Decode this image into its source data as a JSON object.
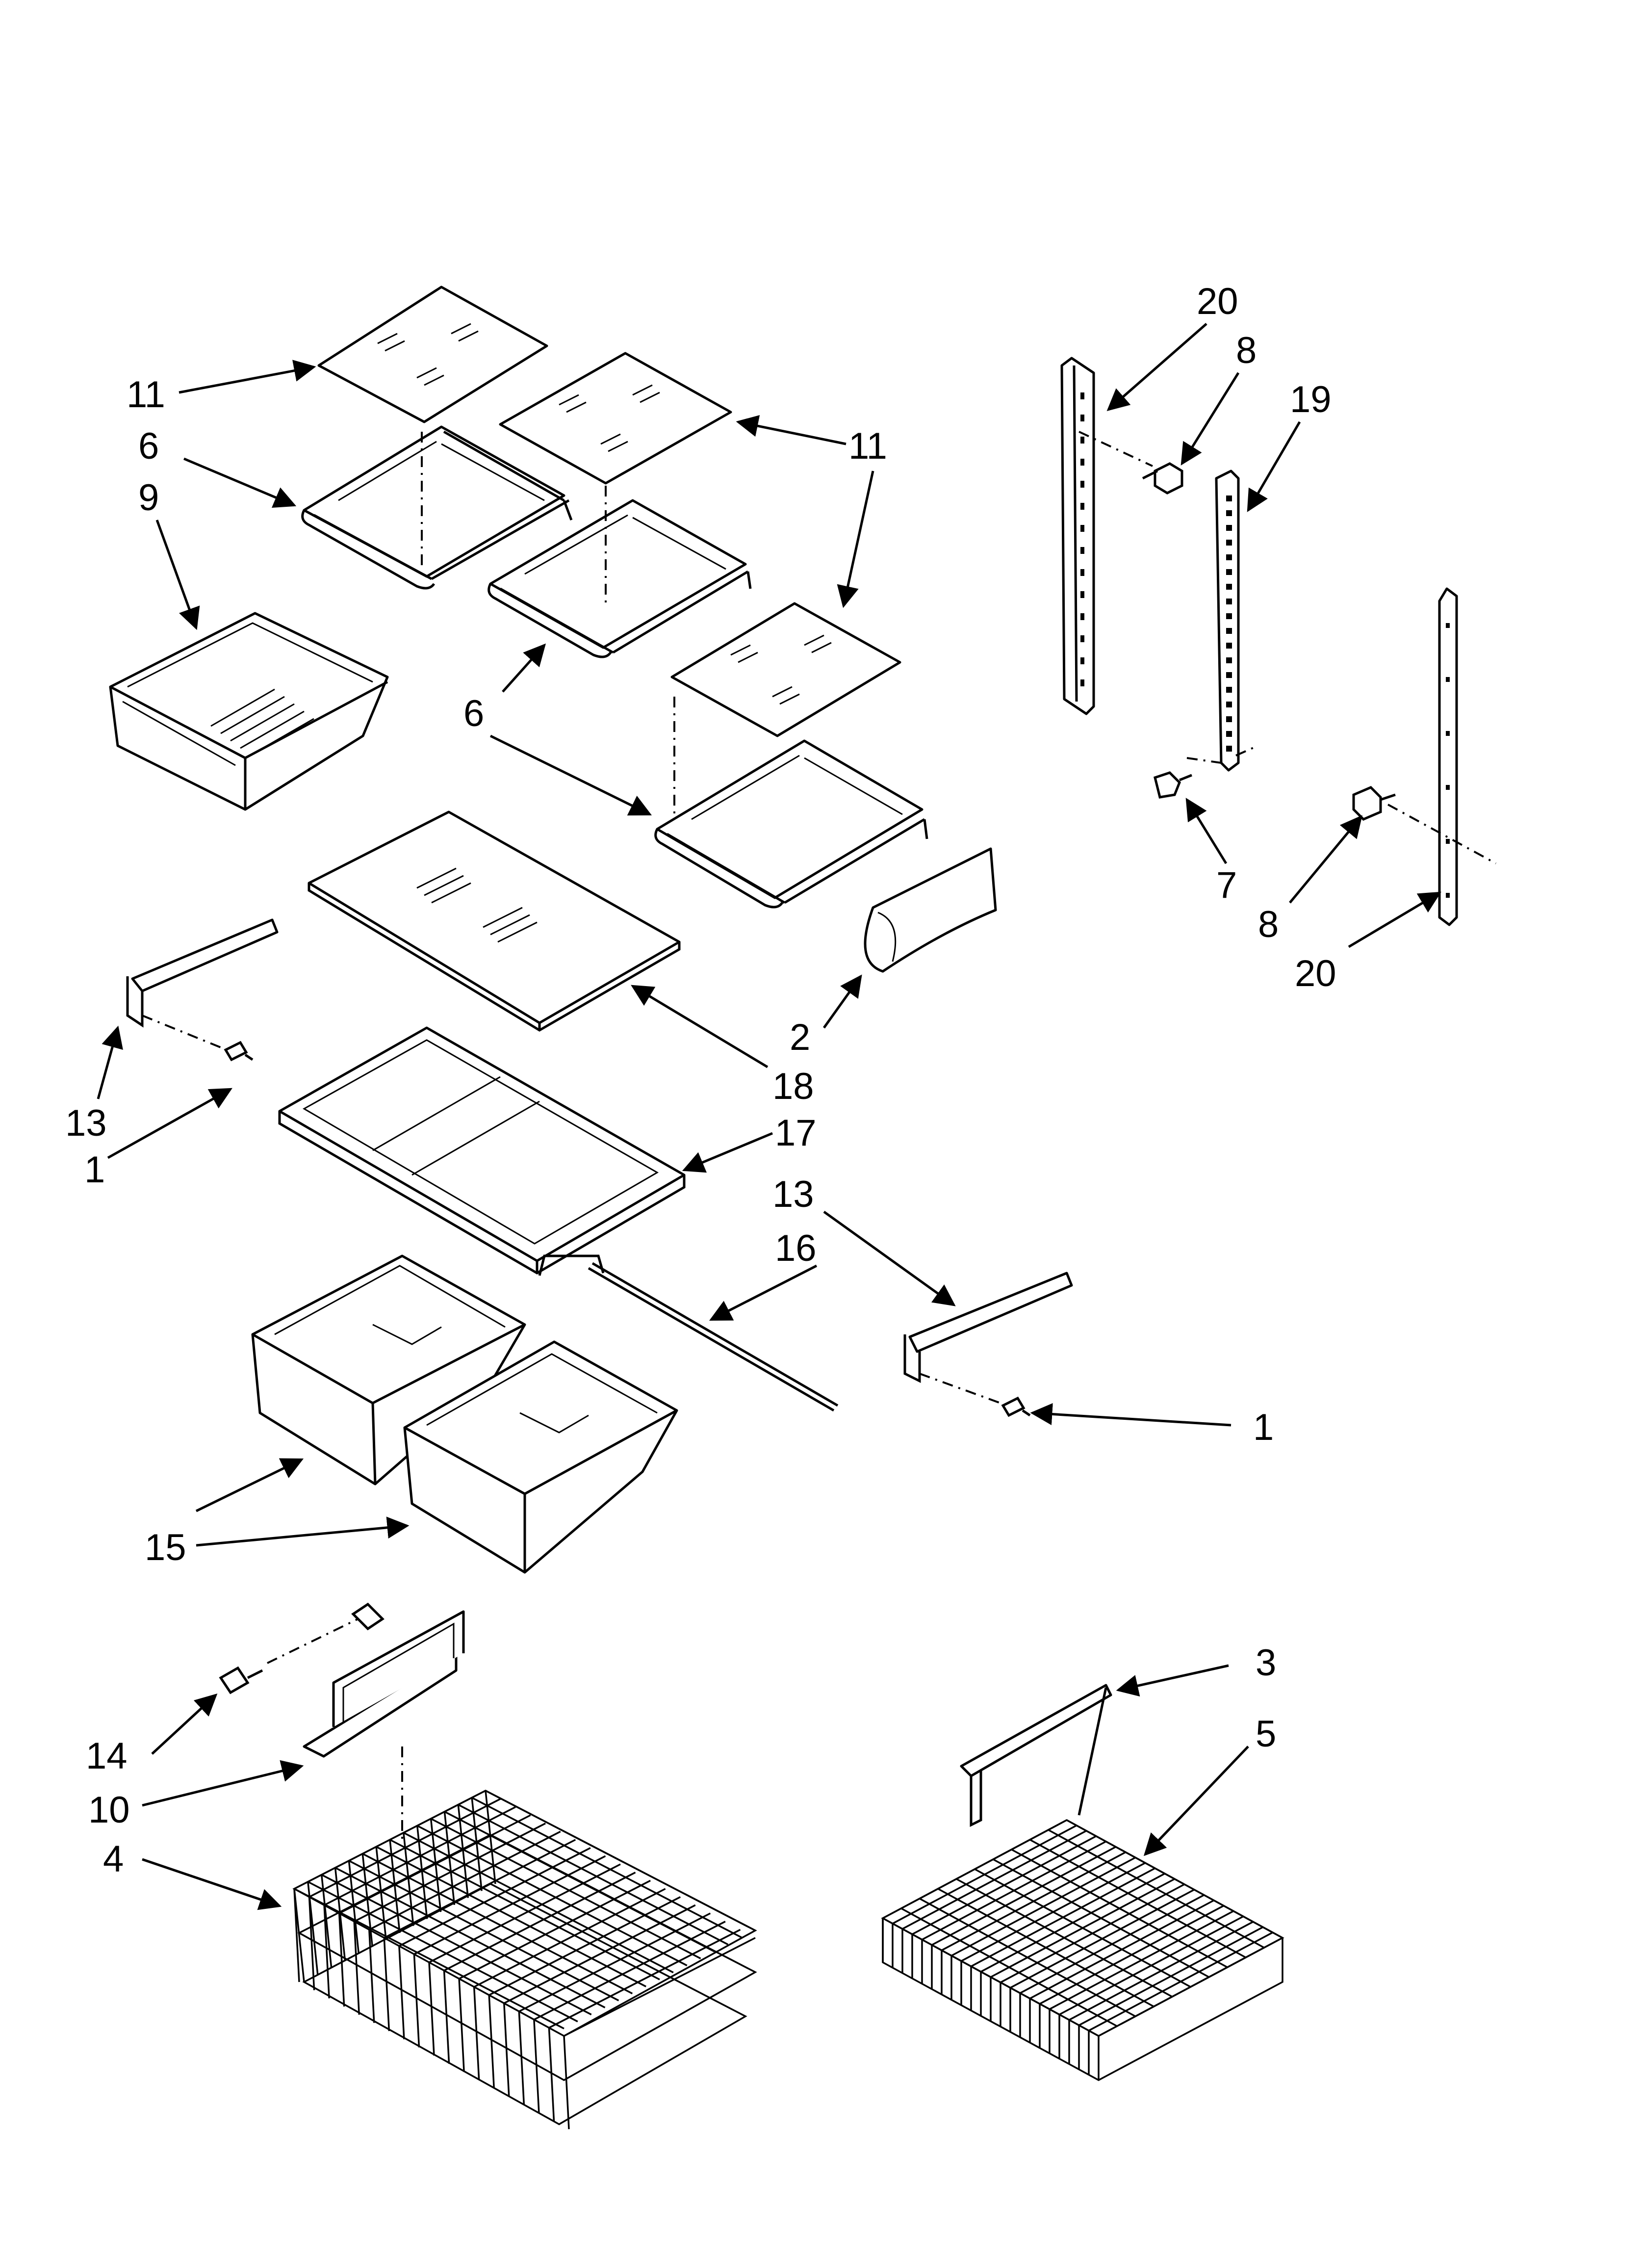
{
  "diagram": {
    "callouts": [
      {
        "id": "c11a",
        "text": "11"
      },
      {
        "id": "c6a",
        "text": "6"
      },
      {
        "id": "c9",
        "text": "9"
      },
      {
        "id": "c11b",
        "text": "11"
      },
      {
        "id": "c6b",
        "text": "6"
      },
      {
        "id": "c13a",
        "text": "13"
      },
      {
        "id": "c1a",
        "text": "1"
      },
      {
        "id": "c2",
        "text": "2"
      },
      {
        "id": "c18",
        "text": "18"
      },
      {
        "id": "c17",
        "text": "17"
      },
      {
        "id": "c13b",
        "text": "13"
      },
      {
        "id": "c16",
        "text": "16"
      },
      {
        "id": "c1b",
        "text": "1"
      },
      {
        "id": "c15",
        "text": "15"
      },
      {
        "id": "c14",
        "text": "14"
      },
      {
        "id": "c10",
        "text": "10"
      },
      {
        "id": "c4",
        "text": "4"
      },
      {
        "id": "c3",
        "text": "3"
      },
      {
        "id": "c5",
        "text": "5"
      },
      {
        "id": "c20a",
        "text": "20"
      },
      {
        "id": "c8a",
        "text": "8"
      },
      {
        "id": "c19",
        "text": "19"
      },
      {
        "id": "c7",
        "text": "7"
      },
      {
        "id": "c8b",
        "text": "8"
      },
      {
        "id": "c20b",
        "text": "20"
      }
    ]
  }
}
